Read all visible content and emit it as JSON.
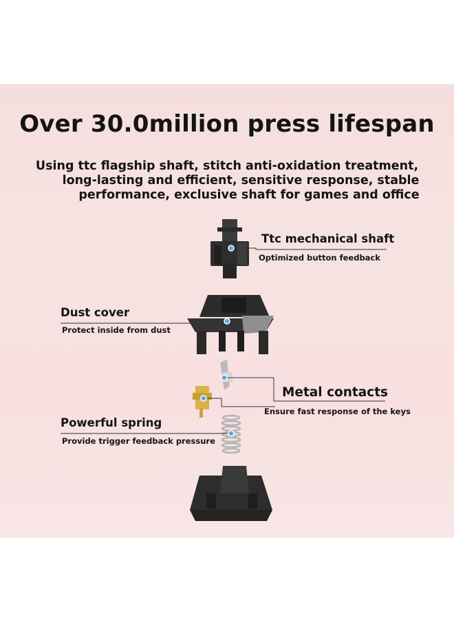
{
  "heading": {
    "title": "Over 30.0million press lifespan",
    "lines": [
      "Using ttc flagship shaft, stitch anti-oxidation treatment,",
      "long-lasting and efficient, sensitive response, stable",
      "performance, exclusive shaft for games and office"
    ]
  },
  "parts": {
    "stem": {
      "name": "Ttc mechanical shaft",
      "desc": "Optimized button feedback"
    },
    "dust": {
      "name": "Dust cover",
      "desc": "Protect inside from dust"
    },
    "metal": {
      "name": "Metal contacts",
      "desc": "Ensure fast response of the keys"
    },
    "spring": {
      "name": "Powerful spring",
      "desc": "Provide trigger feedback pressure"
    }
  },
  "colors": {
    "background_top": "#f6dede",
    "housing": "#2b2b2b",
    "dot": "#5aa6e0",
    "gold": "#d9b24a",
    "steel": "#c9c9c9"
  }
}
